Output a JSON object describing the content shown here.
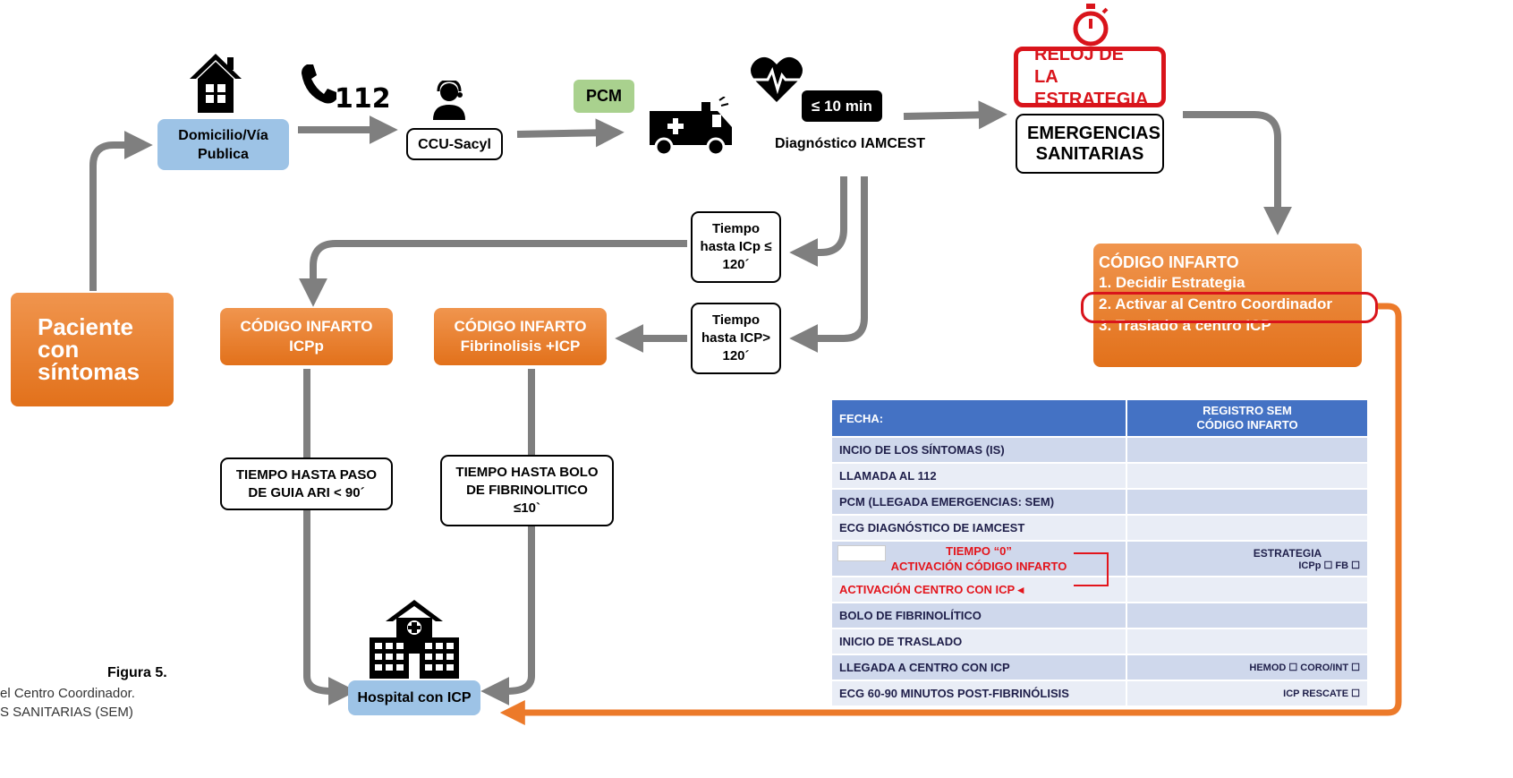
{
  "nodes": {
    "paciente": "Paciente con síntomas",
    "domicilio": "Domicilio/Vía Publica",
    "phone_number": "112",
    "ccu": "CCU-Sacyl",
    "pcm": "PCM",
    "min_badge": "≤ 10 min",
    "diagnostico": "Diagnóstico IAMCEST",
    "reloj": "RELOJ DE LA ESTRATEGIA",
    "emergencias": "EMERGENCIAS SANITARIAS",
    "tiempo_120_le": "Tiempo hasta ICp ≤ 120´",
    "tiempo_120_gt": "Tiempo hasta ICP> 120´",
    "codigo_icpp_title": "CÓDIGO INFARTO",
    "codigo_icpp_sub": "ICPp",
    "codigo_fib_title": "CÓDIGO INFARTO",
    "codigo_fib_sub": "Fibrinolisis +ICP",
    "tiempo_guia": "TIEMPO HASTA PASO DE GUIA ARI < 90´",
    "tiempo_bolo": "TIEMPO HASTA BOLO DE FIBRINOLITICO ≤10`",
    "hospital": "Hospital con ICP"
  },
  "codigo_infarto_panel": {
    "title": "CÓDIGO INFARTO",
    "steps": [
      "1. Decidir Estrategia",
      "2. Activar al Centro Coordinador",
      "3. Traslado a centro ICP"
    ]
  },
  "registry": {
    "header_left": "FECHA:",
    "header_right_1": "REGISTRO SEM",
    "header_right_2": "CÓDIGO INFARTO",
    "rows": [
      "INCIO DE LOS SÍNTOMAS (IS)",
      "LLAMADA AL 112",
      "PCM (LLEGADA EMERGENCIAS: SEM)",
      "ECG DIAGNÓSTICO DE IAMCEST",
      "TIEMPO “0”",
      "ACTIVACIÓN CÓDIGO INFARTO",
      "ACTIVACIÓN CENTRO CON ICP",
      "BOLO DE FIBRINOLÍTICO",
      "INICIO DE TRASLADO",
      "LLEGADA A CENTRO CON ICP",
      "ECG 60-90 MINUTOS POST-FIBRINÓLISIS"
    ],
    "estrategia_label": "ESTRATEGIA",
    "estrategia_options": "ICPp ☐    FB ☐",
    "llegada_options": "HEMOD ☐  CORO/INT ☐",
    "rescate_option": "ICP RESCATE ☐"
  },
  "caption": {
    "figure": "Figura 5.",
    "line1": "el Centro Coordinador.",
    "line2": "S SANITARIAS (SEM)"
  },
  "colors": {
    "orange": "#e8782a",
    "blue_box": "#9dc3e6",
    "green_box": "#a9d18e",
    "arrow_gray": "#7f7f7f",
    "red": "#d9141b",
    "table_header": "#4472c4"
  }
}
